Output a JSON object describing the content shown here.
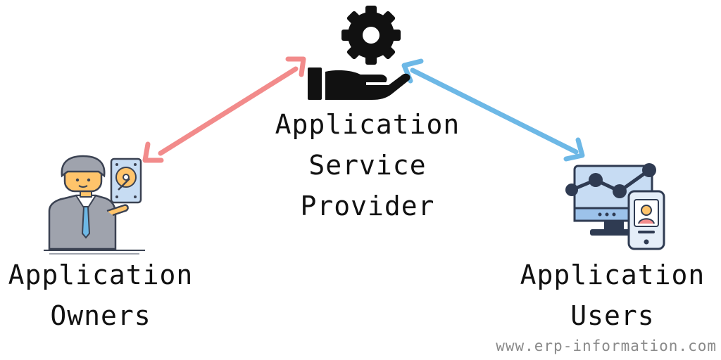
{
  "nodes": {
    "provider": {
      "line1": "Application",
      "line2": "Service",
      "line3": "Provider",
      "icon": "gear-hand-icon"
    },
    "owners": {
      "line1": "Application",
      "line2": "Owners",
      "icon": "owner-with-hard-drive-icon"
    },
    "users": {
      "line1": "Application",
      "line2": "Users",
      "icon": "monitor-phone-icon"
    }
  },
  "connections": [
    {
      "from": "owners",
      "to": "provider",
      "direction": "both",
      "color": "#f28b8b"
    },
    {
      "from": "users",
      "to": "provider",
      "direction": "both",
      "color": "#6db8e6"
    }
  ],
  "watermark": "www.erp-information.com",
  "colors": {
    "gear": "#111111",
    "outline": "#3b4252",
    "monitor": "#c7dcf3",
    "chart": "#2f3b52",
    "skin": "#ffc46b",
    "suit": "#9fa3ad"
  }
}
